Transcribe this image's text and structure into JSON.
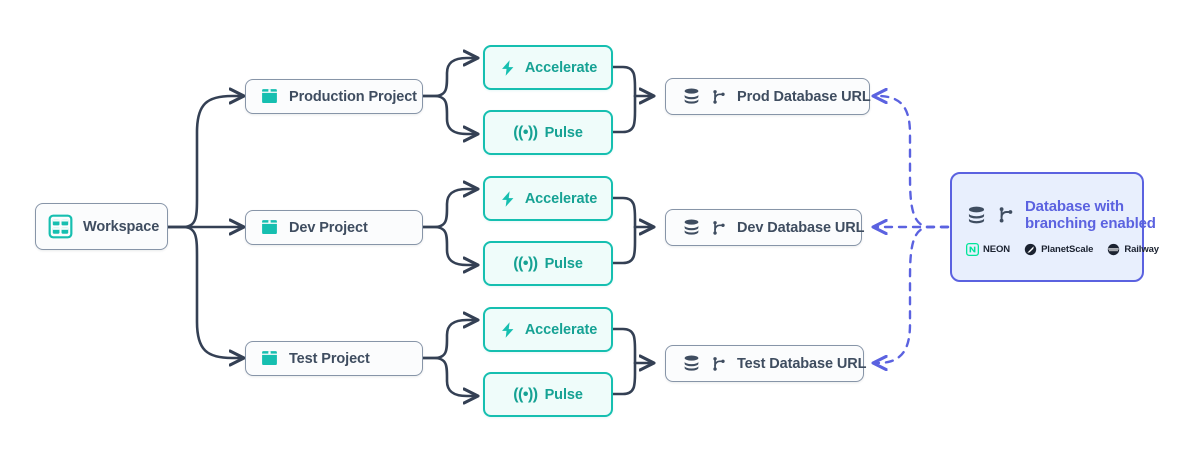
{
  "diagram": {
    "title": "Prisma workspace / projects / database URLs architecture",
    "colors": {
      "slate_border": "#8795a8",
      "slate_text": "#3f4d60",
      "teal": "#16bfb0",
      "teal_text": "#16a294",
      "teal_bg": "#effcfa",
      "edge": "#344054",
      "callout_border": "#5b62e0",
      "callout_bg": "#e8effd",
      "callout_text": "#5b62e0",
      "neon_green": "#00e599"
    },
    "nodes": {
      "workspace": {
        "label": "Workspace",
        "icon": "workspace-grid-icon"
      },
      "projects": [
        {
          "id": "production",
          "label": "Production Project",
          "icon": "project-box-icon"
        },
        {
          "id": "dev",
          "label": "Dev Project",
          "icon": "project-box-icon"
        },
        {
          "id": "test",
          "label": "Test Project",
          "icon": "project-box-icon"
        }
      ],
      "products": [
        {
          "id": "accelerate-prod",
          "label": "Accelerate",
          "icon": "lightning-bolt-icon"
        },
        {
          "id": "pulse-prod",
          "label": "Pulse",
          "icon": "pulse-signal-icon",
          "glyph": "((•))"
        },
        {
          "id": "accelerate-dev",
          "label": "Accelerate",
          "icon": "lightning-bolt-icon"
        },
        {
          "id": "pulse-dev",
          "label": "Pulse",
          "icon": "pulse-signal-icon",
          "glyph": "((•))"
        },
        {
          "id": "accelerate-test",
          "label": "Accelerate",
          "icon": "lightning-bolt-icon"
        },
        {
          "id": "pulse-test",
          "label": "Pulse",
          "icon": "pulse-signal-icon",
          "glyph": "((•))"
        }
      ],
      "databases": [
        {
          "id": "prod-db",
          "label": "Prod Database URL",
          "icons": [
            "database-stack-icon",
            "git-branch-icon"
          ]
        },
        {
          "id": "dev-db",
          "label": "Dev Database URL",
          "icons": [
            "database-stack-icon",
            "git-branch-icon"
          ]
        },
        {
          "id": "test-db",
          "label": "Test Database URL",
          "icons": [
            "database-stack-icon",
            "git-branch-icon"
          ]
        }
      ],
      "callout": {
        "title_line1": "Database with",
        "title_line2": "branching enabled",
        "icons": [
          "database-stack-icon",
          "git-branch-icon"
        ],
        "logos": [
          {
            "id": "neon",
            "name": "NEON",
            "icon": "neon-logo-icon"
          },
          {
            "id": "planetscale",
            "name": "PlanetScale",
            "icon": "planetscale-logo-icon"
          },
          {
            "id": "railway",
            "name": "Railway",
            "icon": "railway-logo-icon"
          }
        ]
      }
    }
  }
}
